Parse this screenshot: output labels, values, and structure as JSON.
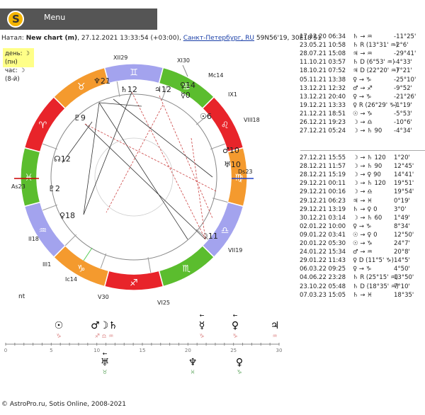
{
  "header": {
    "menu_label": "Menu",
    "logo_glyph": "S"
  },
  "natal": {
    "label": "Натал:",
    "title": "New chart (m)",
    "datetime": ", 27.12.2021 13:33:54 (+03:00),",
    "place": "Санкт-Петербург, RU",
    "coords": " 59N56'19, 30E18'51"
  },
  "daybox": {
    "line1": "день: ☽ (пн)",
    "line2": "час: ☽ (8-й)"
  },
  "events_top": [
    {
      "date": "17.12.20 06:34",
      "sym": "♄ → ♒",
      "val": "-11°25'"
    },
    {
      "date": "23.05.21 10:58",
      "sym": "♄ R (13°31' ♒)",
      "val": "-2°6'"
    },
    {
      "date": "28.07.21 15:08",
      "sym": "♃ → ♒",
      "val": "-29°41'"
    },
    {
      "date": "11.10.21 03:57",
      "sym": "♄ D (6°53' ♒)",
      "val": "-4°33'"
    },
    {
      "date": "18.10.21 07:52",
      "sym": "♃ D (22°20' ♒)",
      "val": "-7°21'"
    },
    {
      "date": "05.11.21 13:38",
      "sym": "♀ → ♑",
      "val": "-25°10'"
    },
    {
      "date": "13.12.21 12:32",
      "sym": "♂ → ♐",
      "val": "-9°52'"
    },
    {
      "date": "13.12.21 20:40",
      "sym": "♀ → ♑",
      "val": "-21°26'"
    },
    {
      "date": "19.12.21 13:33",
      "sym": "♀ R (26°29' ♑)",
      "val": "-1°19'"
    },
    {
      "date": "21.12.21 18:51",
      "sym": "☉ → ♑",
      "val": "-5°53'"
    },
    {
      "date": "26.12.21 19:23",
      "sym": "☽ → ♎",
      "val": "-10°6'"
    },
    {
      "date": "27.12.21 05:24",
      "sym": "☽ → ♄ 90",
      "val": "-4°34'"
    }
  ],
  "events_bottom": [
    {
      "date": "27.12.21 15:55",
      "sym": "☽ → ♄ 120",
      "val": "1°20'"
    },
    {
      "date": "28.12.21 11:57",
      "sym": "☽ → ♄ 90",
      "val": "12°45'"
    },
    {
      "date": "28.12.21 15:19",
      "sym": "☽ → ♀ 90",
      "val": "14°41'"
    },
    {
      "date": "29.12.21 00:11",
      "sym": "☽ → ♄ 120",
      "val": "19°51'"
    },
    {
      "date": "29.12.21 00:16",
      "sym": "☽ → ♎",
      "val": "19°54'"
    },
    {
      "date": "29.12.21 06:23",
      "sym": "♃ → ♓",
      "val": "0°19'"
    },
    {
      "date": "29.12.21 13:19",
      "sym": "♄ → ♀ 0",
      "val": "3°0'"
    },
    {
      "date": "30.12.21 03:14",
      "sym": "☽ → ♄ 60",
      "val": "1°49'"
    },
    {
      "date": "02.01.22 10:00",
      "sym": "♀ → ♑",
      "val": "8°34'"
    },
    {
      "date": "09.01.22 03:41",
      "sym": "☉ → ♀ 0",
      "val": "12°50'"
    },
    {
      "date": "20.01.22 05:30",
      "sym": "☉ → ♑",
      "val": "24°7'"
    },
    {
      "date": "24.01.22 15:34",
      "sym": "♂ → ♒",
      "val": "20°8'"
    },
    {
      "date": "29.01.22 11:43",
      "sym": "♀ D (11°5' ♑)",
      "val": "14°5'"
    },
    {
      "date": "06.03.22 09:25",
      "sym": "♀ → ♑",
      "val": "4°50'"
    },
    {
      "date": "04.06.22 23:28",
      "sym": "♄ R (25°15' ♒)",
      "val": "13°50'"
    },
    {
      "date": "23.10.22 05:48",
      "sym": "♄ D (18°35' ♒)",
      "val": "7°10'"
    },
    {
      "date": "07.03.23 15:05",
      "sym": "♄ → ♓",
      "val": "18°35'"
    }
  ],
  "chart_labels": {
    "asc": "As",
    "asc_deg": "23",
    "dsc": "Ds",
    "dsc_deg": "23",
    "mc": "Mc",
    "mc_deg": "14",
    "ic": "Ic",
    "ic_deg": "14",
    "houses": [
      {
        "n": "XII",
        "deg": "29"
      },
      {
        "n": "XI",
        "deg": "30"
      },
      {
        "n": "IX",
        "deg": "1"
      },
      {
        "n": "VIII",
        "deg": "18"
      },
      {
        "n": "VII",
        "deg": "19"
      },
      {
        "n": "VI",
        "deg": "25"
      },
      {
        "n": "V",
        "deg": "30"
      },
      {
        "n": "III",
        "deg": "1"
      },
      {
        "n": "II",
        "deg": "18"
      }
    ],
    "planets": [
      {
        "g": "♆",
        "deg": "21"
      },
      {
        "g": "♄",
        "deg": "12"
      },
      {
        "g": "♃",
        "deg": "12"
      },
      {
        "g": "♀",
        "deg": "14"
      },
      {
        "g": "☿",
        "deg": "0"
      },
      {
        "g": "☉",
        "deg": "6"
      },
      {
        "g": "♂",
        "deg": "10"
      },
      {
        "g": "♅",
        "deg": "10"
      },
      {
        "g": "☽",
        "deg": "11"
      },
      {
        "g": "♇",
        "deg": "9"
      },
      {
        "g": "☊",
        "deg": "12"
      },
      {
        "g": "♀",
        "deg": "18"
      },
      {
        "g": "♇",
        "deg": "2"
      }
    ]
  },
  "nt_label": "nt",
  "timeline": {
    "ticks": [
      "0",
      "5",
      "10",
      "15",
      "20",
      "25",
      "30"
    ],
    "top_glyphs": [
      "☉",
      "♂☽♄",
      "☿",
      "♀",
      "♃"
    ],
    "top_signs": [
      "♑",
      "♐ ♎ ♒",
      "♑",
      "♑",
      "♒"
    ],
    "bottom_glyphs": [
      "♅",
      "♆",
      "♀"
    ],
    "bottom_signs": [
      "♉",
      "♓",
      "♑"
    ],
    "arrow_left": "←"
  },
  "footer": "© AstroPro.ru, Sotis Online, 2008-2021",
  "colors": {
    "fire": "#e8242a",
    "earth": "#f49a2e",
    "air": "#a3a3ee",
    "water": "#5bbd2e",
    "topbar": "#555555"
  }
}
